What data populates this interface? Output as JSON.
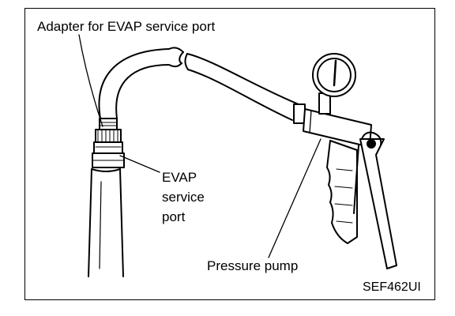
{
  "labels": {
    "adapter": "Adapter for EVAP service port",
    "evap_line1": "EVAP",
    "evap_line2": "service",
    "evap_line3": "port",
    "pump": "Pressure pump",
    "code": "SEF462UI"
  }
}
